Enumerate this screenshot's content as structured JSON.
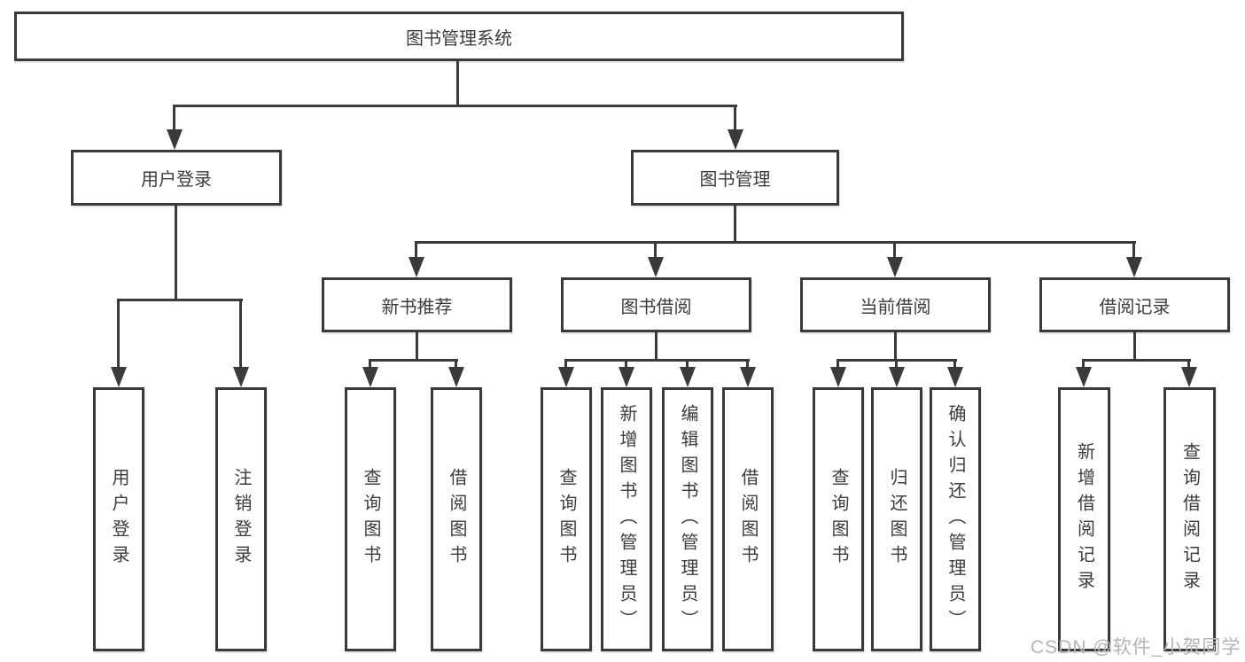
{
  "diagram": {
    "root": {
      "label": "图书管理系统"
    },
    "level2": [
      {
        "label": "用户登录"
      },
      {
        "label": "图书管理"
      }
    ],
    "level3": [
      {
        "label": "新书推荐"
      },
      {
        "label": "图书借阅"
      },
      {
        "label": "当前借阅"
      },
      {
        "label": "借阅记录"
      }
    ],
    "leaves": [
      {
        "label": "用户登录",
        "parent": "用户登录"
      },
      {
        "label": "注销登录",
        "parent": "用户登录"
      },
      {
        "label": "查询图书",
        "parent": "新书推荐"
      },
      {
        "label": "借阅图书",
        "parent": "新书推荐"
      },
      {
        "label": "查询图书",
        "parent": "图书借阅"
      },
      {
        "label": "新增图书（管理员）",
        "parent": "图书借阅"
      },
      {
        "label": "编辑图书（管理员）",
        "parent": "图书借阅"
      },
      {
        "label": "借阅图书",
        "parent": "图书借阅"
      },
      {
        "label": "查询图书",
        "parent": "当前借阅"
      },
      {
        "label": "归还图书",
        "parent": "当前借阅"
      },
      {
        "label": "确认归还（管理员）",
        "parent": "当前借阅"
      },
      {
        "label": "新增借阅记录",
        "parent": "借阅记录"
      },
      {
        "label": "查询借阅记录",
        "parent": "借阅记录"
      }
    ],
    "watermark": "CSDN @软件_小贺同学",
    "colors": {
      "line": "#3a3a3a",
      "text": "#3c3c3c",
      "watermark": "#b5b5b5",
      "bg": "#ffffff"
    }
  }
}
